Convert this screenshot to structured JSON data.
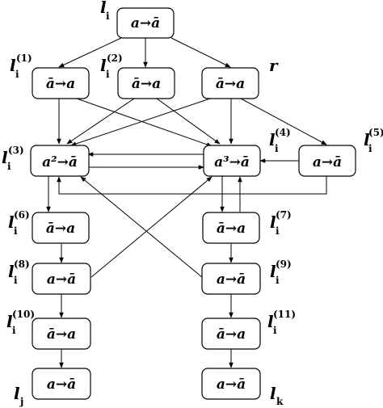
{
  "nodes": {
    "top": "a→ā",
    "n1": "ā→a",
    "n2": "ā→a",
    "nr": "ā→a",
    "n3": "a²→ā",
    "n4": "a³→ā",
    "n5": "a→ā",
    "n6": "ā→a",
    "n7": "ā→a",
    "n8": "a→ā",
    "n9": "a→ā",
    "n10": "ā→a",
    "n11": "ā→a",
    "nj": "a→ā",
    "nk": "a→ā"
  },
  "labels": {
    "li": {
      "main": "l",
      "sub": "i",
      "sup": ""
    },
    "li1": {
      "main": "l",
      "sub": "i",
      "sup": "(1)"
    },
    "li2": {
      "main": "l",
      "sub": "i",
      "sup": "(2)"
    },
    "r": {
      "main": "r",
      "sub": "",
      "sup": ""
    },
    "li3": {
      "main": "l",
      "sub": "i",
      "sup": "(3)"
    },
    "li4": {
      "main": "l",
      "sub": "i",
      "sup": "(4)"
    },
    "li5": {
      "main": "l",
      "sub": "i",
      "sup": "(5)"
    },
    "li6": {
      "main": "l",
      "sub": "i",
      "sup": "(6)"
    },
    "li7": {
      "main": "l",
      "sub": "i",
      "sup": "(7)"
    },
    "li8": {
      "main": "l",
      "sub": "i",
      "sup": "(8)"
    },
    "li9": {
      "main": "l",
      "sub": "i",
      "sup": "(9)"
    },
    "li10": {
      "main": "l",
      "sub": "i",
      "sup": "(10)"
    },
    "li11": {
      "main": "l",
      "sub": "i",
      "sup": "(11)"
    },
    "lj": {
      "main": "l",
      "sub": "j",
      "sup": ""
    },
    "lk": {
      "main": "l",
      "sub": "k",
      "sup": ""
    }
  }
}
